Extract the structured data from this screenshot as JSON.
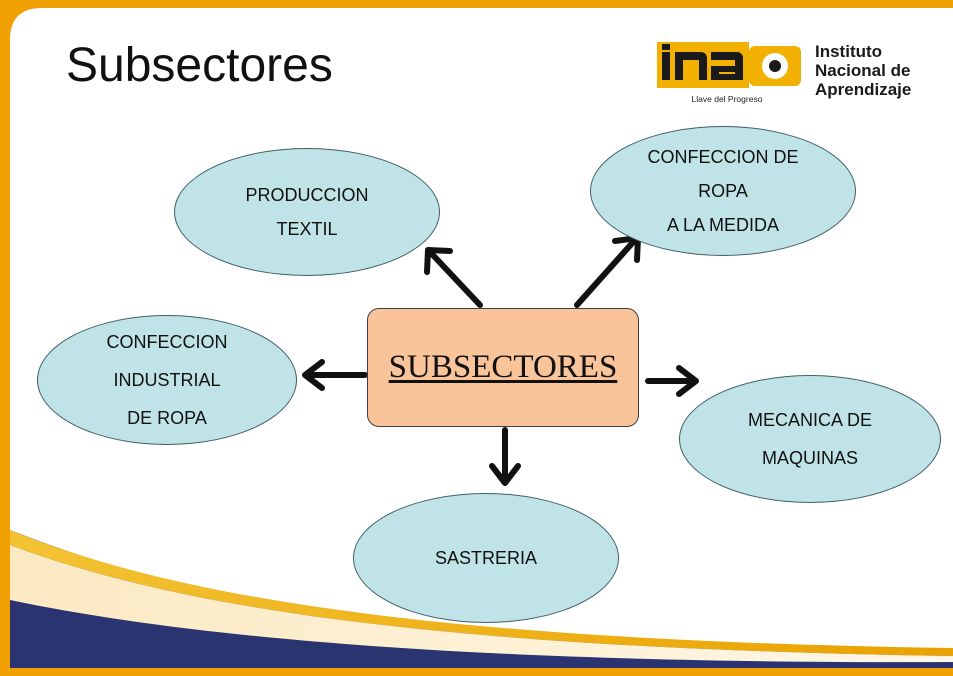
{
  "slide": {
    "title": "Subsectores"
  },
  "logo": {
    "mark_text": "ina",
    "tagline": "Llave del Progreso",
    "lines": [
      "Instituto",
      "Nacional de",
      "Aprendizaje"
    ]
  },
  "diagram": {
    "center_label": "SUBSECTORES",
    "nodes": {
      "produccion_textil": [
        "PRODUCCION",
        "TEXTIL"
      ],
      "confeccion_medida": [
        "CONFECCION DE",
        "ROPA",
        "A LA MEDIDA"
      ],
      "confeccion_industrial": [
        "CONFECCION",
        "INDUSTRIAL",
        "DE ROPA"
      ],
      "mecanica_maquinas": [
        "MECANICA DE",
        "MAQUINAS"
      ],
      "sastreria": [
        "SASTRERIA"
      ]
    }
  },
  "colors": {
    "frame_orange": "#f0a000",
    "wave_navy": "#2a3470",
    "node_fill": "#bfe3e6",
    "center_fill": "#f9c49a",
    "logo_gold": "#f2b000"
  }
}
